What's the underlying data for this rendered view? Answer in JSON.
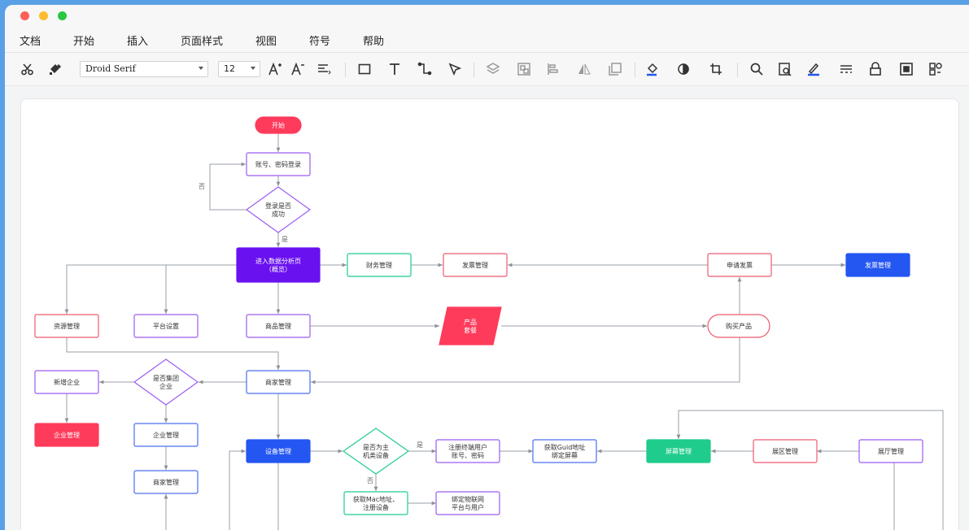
{
  "menu": [
    "文档",
    "开始",
    "插入",
    "页面样式",
    "视图",
    "符号",
    "帮助"
  ],
  "toolbar": {
    "font_family": "Droid Serif",
    "font_size": "12",
    "icons": [
      "scissors-icon",
      "format-painter-icon",
      "font-increase-icon",
      "font-decrease-icon",
      "align-icon",
      "rectangle-icon",
      "text-icon",
      "connector-icon",
      "pointer-icon",
      "layers-icon",
      "group-icon",
      "align-left-icon",
      "flip-icon",
      "frame-icon",
      "fill-icon",
      "shape-style-icon",
      "crop-icon",
      "search-icon",
      "find-replace-icon",
      "line-color-icon",
      "line-style-icon",
      "lock-icon",
      "fit-icon",
      "more-icon"
    ]
  },
  "colors": {
    "red": "#ff3b5c",
    "purple": "#6a11f0",
    "blue": "#2456f2",
    "green": "#1fcc8c",
    "purple_border": "#9b5cf0",
    "teal_border": "#1fcc8c",
    "red_border": "#ee5a70",
    "blue_border": "#4a6ff0"
  },
  "diagram": {
    "nodes": {
      "start": [
        "开始"
      ],
      "login": [
        "账号、密码登录"
      ],
      "login_ok": [
        "登录是否",
        "成功"
      ],
      "enter_page": [
        "进入数据分析页",
        "（概览）"
      ],
      "finance": [
        "财务管理"
      ],
      "invoice_mgmt1": [
        "发票管理"
      ],
      "apply_invoice": [
        "申请发票"
      ],
      "invoice_mgmt2": [
        "发票管理"
      ],
      "resource": [
        "资源管理"
      ],
      "platform": [
        "平台设置"
      ],
      "goods": [
        "商品管理"
      ],
      "package": [
        "产品",
        "套餐"
      ],
      "buy": [
        "购买产品"
      ],
      "add_company": [
        "新增企业"
      ],
      "is_group": [
        "是否集团",
        "企业"
      ],
      "merchant1": [
        "商家管理"
      ],
      "company_mgmt_red": [
        "企业管理"
      ],
      "company_mgmt": [
        "企业管理"
      ],
      "device": [
        "设备管理"
      ],
      "is_main": [
        "是否为主",
        "机类设备"
      ],
      "register_user": [
        "注册终端用户",
        "账号、密码"
      ],
      "get_guid": [
        "获取Guid地址",
        "绑定屏幕"
      ],
      "screen": [
        "屏幕管理"
      ],
      "exhibit_area": [
        "展区管理"
      ],
      "exhibit_hall": [
        "展厅管理"
      ],
      "merchant2": [
        "商家管理"
      ],
      "get_mac": [
        "获取Mac地址、",
        "注册设备"
      ],
      "bind_iot": [
        "绑定物联网",
        "平台与用户"
      ]
    },
    "edge_labels": {
      "no1": "否",
      "yes1": "是",
      "yes2": "是",
      "no2": "否"
    }
  }
}
